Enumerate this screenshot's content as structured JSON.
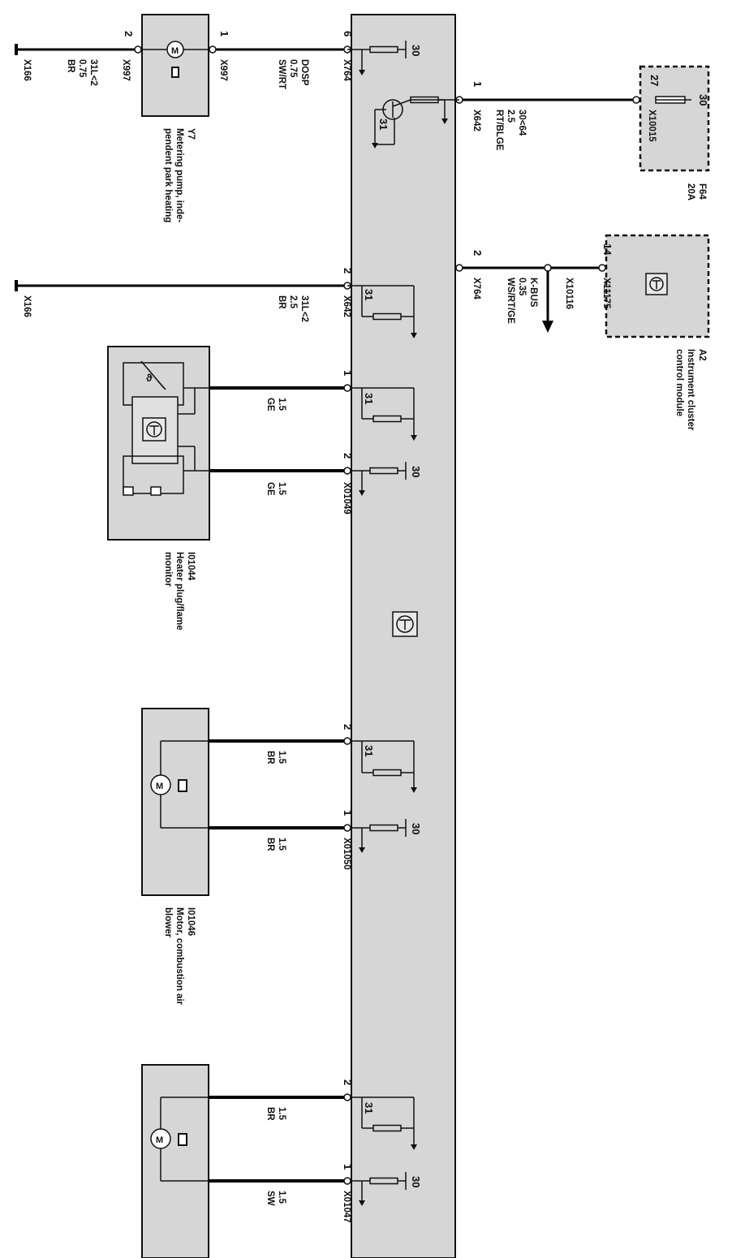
{
  "colors": {
    "box_fill": "#d6d6d6",
    "wire": "#000000",
    "line": "#111111",
    "background": "#ffffff"
  },
  "main_unit": {
    "icon": "ecu-icon"
  },
  "metering_pump": {
    "designation": "Y7",
    "name_line1": "Metering pump, inde-",
    "name_line2": "pendent park heating",
    "pin_left": "2",
    "pin_right": "1",
    "connector_left": "X997",
    "connector_right": "X997",
    "ground_connector": "X166",
    "ground_wire_code": "31L<2",
    "ground_wire_size": "0.75",
    "ground_wire_color": "BR"
  },
  "dosing_wire": {
    "pin": "6",
    "connector": "X764",
    "signal": "DOSP",
    "size": "0.75",
    "color": "SW/RT"
  },
  "power_supply": {
    "pin": "1",
    "connector": "X642",
    "signal": "30<64",
    "size": "2.5",
    "color": "RT/BLGE",
    "transistor_label": "31"
  },
  "fuse": {
    "designation": "F64",
    "rating": "20A",
    "pin": "27",
    "connector": "X10015",
    "terminal": "30"
  },
  "kbus": {
    "pin": "2",
    "connector": "X764",
    "signal": "K-BUS",
    "size": "0.35",
    "color": "WS/RT/GE",
    "splice": "X10116"
  },
  "instrument_cluster": {
    "designation": "A2",
    "name_line1": "Instrument cluster",
    "name_line2": "control module",
    "pin": "14",
    "connector": "X11175"
  },
  "ground2": {
    "pin": "2",
    "connector": "X642",
    "wire_code": "31L<2",
    "size": "2.5",
    "color": "BR",
    "ground_connector": "X166",
    "terminal": "31"
  },
  "plug_monitor": {
    "designation": "I01044",
    "name_line1": "Heater plug/flame",
    "name_line2": "monitor",
    "connector": "X01049",
    "pin_a": "1",
    "pin_b": "2",
    "size_a": "1.5",
    "color_a": "GE",
    "size_b": "1.5",
    "color_b": "GE",
    "terminal_a": "31",
    "terminal_b": "30",
    "theta": "ϑ"
  },
  "blower_motor": {
    "designation": "I01046",
    "name_line1": "Motor, combustion air",
    "name_line2": "blower",
    "connector": "X01050",
    "pin_a": "2",
    "pin_b": "1",
    "size_a": "1.5",
    "color_a": "BR",
    "size_b": "1.5",
    "color_b": "BR",
    "terminal_a": "31",
    "terminal_b": "30",
    "motor_letter": "M"
  },
  "pump_motor": {
    "connector": "X01047",
    "pin_a": "2",
    "pin_b": "1",
    "size_a": "1.5",
    "color_a": "BR",
    "size_b": "1.5",
    "color_b": "SW",
    "terminal_a": "31",
    "terminal_b": "30",
    "motor_letter": "M"
  }
}
